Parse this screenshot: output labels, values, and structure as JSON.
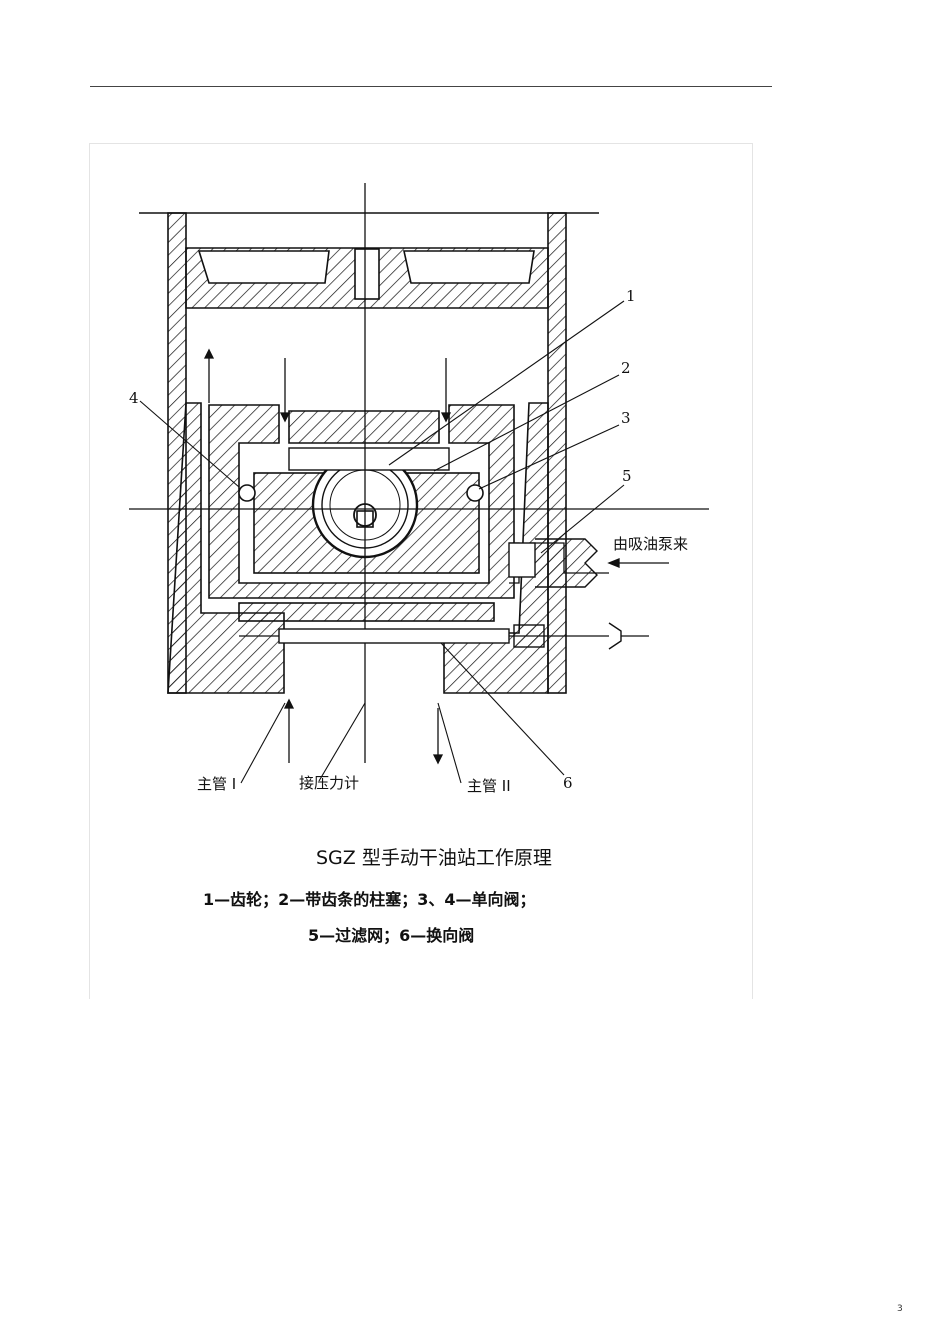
{
  "figure": {
    "title": "SGZ 型手动干油站工作原理",
    "legend_lines": [
      "1—齿轮；2—带齿条的柱塞；3、4—单向阀；",
      "5—过滤网；6—换向阀"
    ],
    "callouts": [
      "1",
      "2",
      "3",
      "4",
      "5",
      "6"
    ],
    "labels": {
      "from_pump": "由吸油泵来",
      "main_pipe_1": "主管 I",
      "pressure_gauge": "接压力计",
      "main_pipe_2": "主管 II"
    }
  },
  "page": {
    "number": "3"
  }
}
